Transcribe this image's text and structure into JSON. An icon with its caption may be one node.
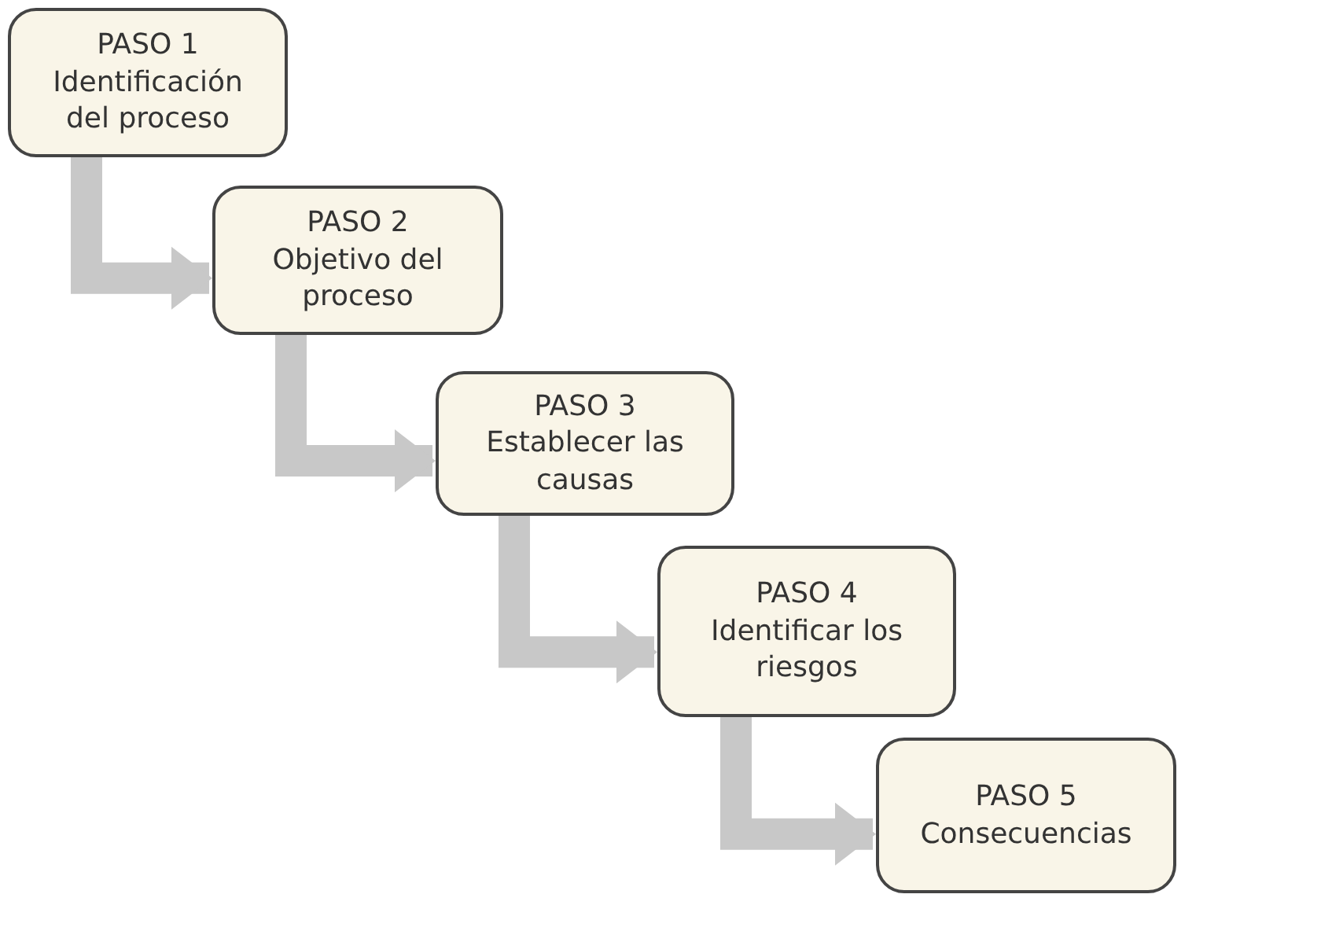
{
  "diagram": {
    "nodes": [
      {
        "text": [
          "PASO 1",
          "Identificación del proceso"
        ]
      },
      {
        "text": [
          "PASO 2",
          "Objetivo del proceso"
        ]
      },
      {
        "text": [
          "PASO 3",
          "Establecer las causas"
        ]
      },
      {
        "text": [
          "PASO 4",
          "Identificar los riesgos"
        ]
      },
      {
        "text": [
          "PASO 5",
          "Consecuencias"
        ]
      }
    ],
    "edges": [
      {
        "from": 0,
        "to": 1,
        "arrow": "to"
      },
      {
        "from": 1,
        "to": 2,
        "arrow": "to"
      },
      {
        "from": 2,
        "to": 3,
        "arrow": "to"
      },
      {
        "from": 3,
        "to": 4,
        "arrow": "to"
      }
    ]
  }
}
